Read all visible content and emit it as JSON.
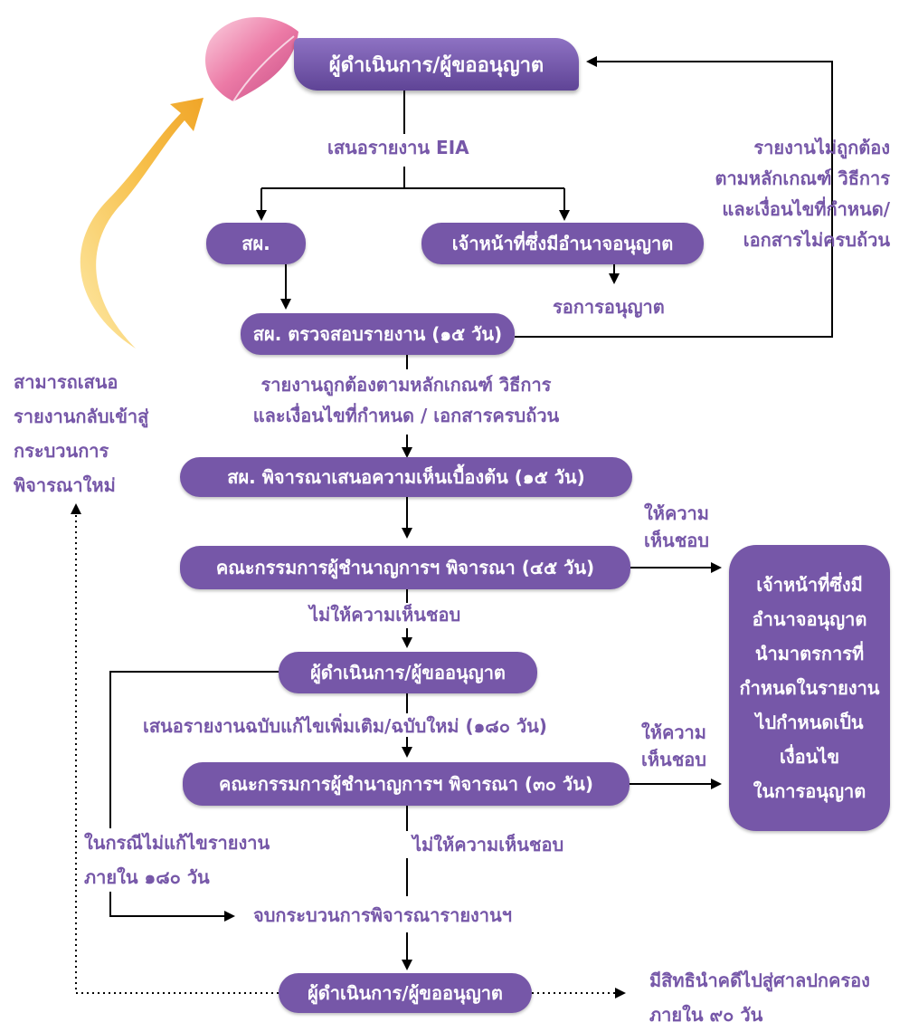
{
  "header": {
    "title": "ผู้ดำเนินการ/ผู้ขออนุญาต"
  },
  "labels": {
    "submit_eia": "เสนอรายงาน EIA",
    "incorrect_report": [
      "รายงานไม่ถูกต้อง",
      "ตามหลักเกณฑ์ วิธีการ",
      "และเงื่อนไขที่กำหนด/",
      "เอกสารไม่ครบถ้วน"
    ],
    "await_permit": "รอการอนุญาต",
    "correct_report": [
      "รายงานถูกต้องตามหลักเกณฑ์ วิธีการ",
      "และเงื่อนไขที่กำหนด / เอกสารครบถ้วน"
    ],
    "can_resubmit": [
      "สามารถเสนอ",
      "รายงานกลับเข้าสู่",
      "กระบวนการ",
      "พิจารณาใหม่"
    ],
    "approve_1": [
      "ให้ความ",
      "เห็นชอบ"
    ],
    "approve_2": [
      "ให้ความ",
      "เห็นชอบ"
    ],
    "not_approve_1": "ไม่ให้ความเห็นชอบ",
    "resubmit_180": "เสนอรายงานฉบับแก้ไขเพิ่มเติม/ฉบับใหม่ (๑๘๐ วัน)",
    "not_approve_2": "ไม่ให้ความเห็นชอบ",
    "no_revision": [
      "ในกรณีไม่แก้ไขรายงาน",
      "ภายใน ๑๘๐ วัน"
    ],
    "end_process": "จบกระบวนการพิจารณารายงานฯ",
    "court": [
      "มีสิทธินำคดีไปสู่ศาลปกครอง",
      "ภายใน ๙๐  วัน"
    ]
  },
  "boxes": {
    "onep": "สผ.",
    "permit_officer": "เจ้าหน้าที่ซึ่งมีอำนาจอนุญาต",
    "onep_check": "สผ. ตรวจสอบรายงาน (๑๕ วัน)",
    "onep_opinion": "สผ. พิจารณาเสนอความเห็นเบื้องต้น (๑๕ วัน)",
    "committee_45": "คณะกรรมการผู้ชำนาญการฯ พิจารณา (๔๕ วัน)",
    "applicant_2": "ผู้ดำเนินการ/ผู้ขออนุญาต",
    "committee_30": "คณะกรรมการผู้ชำนาญการฯ พิจารณา (๓๐ วัน)",
    "applicant_3": "ผู้ดำเนินการ/ผู้ขออนุญาต",
    "authority_final": [
      "เจ้าหน้าที่ซึ่งมี",
      "อำนาจอนุญาต",
      "นำมาตรการที่",
      "กำหนดในรายงาน",
      "ไปกำหนดเป็น",
      "เงื่อนไข",
      "ในการอนุญาต"
    ]
  },
  "colors": {
    "box": "#7657a8",
    "label": "#7657a8",
    "line": "#000000",
    "leaf": "#e8709c",
    "swoosh": "#f5b33a"
  }
}
